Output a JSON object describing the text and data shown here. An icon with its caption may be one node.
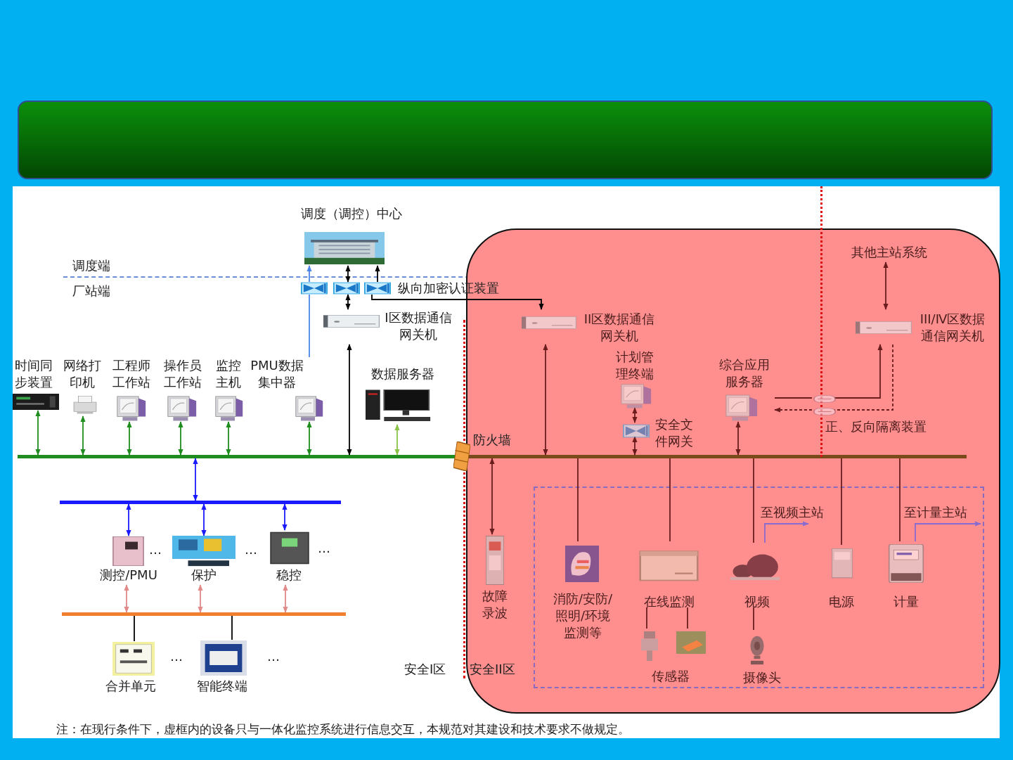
{
  "diagram": {
    "nodes": [
      {
        "text": [],
        "shape": "box"
      },
      {
        "text": [
          "调度（调控）中心"
        ]
      },
      {
        "text": [],
        "shape": "picture"
      },
      {
        "text": [],
        "shape": "picture"
      },
      {
        "text": [],
        "shape": "picture",
        "beside": [
          "纵向加密认证装置"
        ]
      },
      {
        "text": [
          "I区数据通信网关机"
        ]
      },
      {
        "text": [
          "时间同步装置"
        ]
      },
      {
        "text": [
          "网络打印机"
        ]
      },
      {
        "text": [
          "工程师工作站"
        ]
      },
      {
        "text": [
          "操作员工作站"
        ]
      },
      {
        "text": [
          "监控主机"
        ]
      },
      {
        "text": [
          "PMU数据集中器"
        ]
      },
      {
        "text": [
          "数据服务器"
        ]
      },
      {
        "text": [],
        "shape": "bar"
      },
      {
        "text": [],
        "shape": "picture",
        "beside": [
          "防火墙"
        ]
      },
      {
        "text": [],
        "shape": "bar"
      },
      {
        "text": [
          "测控/PMU"
        ],
        "beside": [
          "…"
        ]
      },
      {
        "text": [
          "保护"
        ],
        "beside": [
          "…"
        ]
      },
      {
        "text": [
          "稳控"
        ],
        "beside": [
          "…"
        ]
      },
      {
        "text": [],
        "shape": "bar"
      },
      {
        "text": [
          "合并单元"
        ],
        "beside": [
          "…"
        ]
      },
      {
        "text": [
          "智能终端"
        ],
        "beside": [
          "…"
        ]
      },
      {
        "text": [
          "II区数据通信网关机"
        ],
        "in": 0
      },
      {
        "text": [
          "计划管理终端"
        ],
        "in": 0
      },
      {
        "text": [],
        "shape": "picture",
        "in": 0,
        "beside": [
          "安全文件网关"
        ]
      },
      {
        "text": [
          "综合应用服务器"
        ],
        "in": 0
      },
      {
        "text": [
          "其他主站系统"
        ],
        "in": 0
      },
      {
        "text": [
          "III/Ⅳ区数据通信网关机"
        ],
        "in": 0
      },
      {
        "text": [],
        "shape": "picture",
        "in": 0
      },
      {
        "text": [],
        "shape": "picture",
        "in": 0,
        "beside": [
          "正、反向隔离装置"
        ]
      },
      {
        "text": [],
        "shape": "box",
        "in": 0
      },
      {
        "text": [
          "故障录波"
        ],
        "in": 0
      },
      {
        "text": [
          "消防/安防/照明/环境监测等"
        ],
        "in": 30
      },
      {
        "text": [
          "在线监测"
        ],
        "in": 30
      },
      {
        "text": [
          "视频"
        ],
        "in": 30
      },
      {
        "text": [
          "电源"
        ],
        "in": 30
      },
      {
        "text": [
          "计量"
        ],
        "in": 30
      },
      {
        "text": [
          "传感器"
        ],
        "in": 30
      },
      {
        "text": [],
        "shape": "picture",
        "in": 37
      },
      {
        "text": [],
        "shape": "picture",
        "in": 37
      },
      {
        "text": [
          "摄像头"
        ],
        "in": 30
      },
      {
        "text": [],
        "shape": "box"
      }
    ],
    "edges": [
      {
        "from": 11,
        "to": 2,
        "arrow": "none",
        "color": "#4a86e8"
      },
      {
        "from": 2,
        "to": 1,
        "arrow": "to",
        "color": "#4a86e8"
      },
      {
        "from": 3,
        "to": 1,
        "arrow": "both",
        "color": "#000000"
      },
      {
        "from": 4,
        "to": 1,
        "arrow": "to",
        "color": "#000000"
      },
      {
        "from": 3,
        "to": 5,
        "arrow": "both",
        "color": "#000000"
      },
      {
        "from": 4,
        "to": 22,
        "arrow": "to",
        "color": "#000000"
      },
      {
        "from": 5,
        "to": 13,
        "arrow": "both",
        "color": "#000000"
      },
      {
        "from": 6,
        "to": 13,
        "arrow": "both",
        "color": "#1e8c1e"
      },
      {
        "from": 7,
        "to": 13,
        "arrow": "both",
        "color": "#1e8c1e"
      },
      {
        "from": 8,
        "to": 13,
        "arrow": "both",
        "color": "#1e8c1e"
      },
      {
        "from": 9,
        "to": 13,
        "arrow": "both",
        "color": "#1e8c1e"
      },
      {
        "from": 10,
        "to": 13,
        "arrow": "both",
        "color": "#1e8c1e"
      },
      {
        "from": 11,
        "to": 13,
        "arrow": "both",
        "color": "#1e8c1e"
      },
      {
        "from": 12,
        "to": 13,
        "arrow": "both",
        "color": "#8bc34a"
      },
      {
        "from": 13,
        "to": 15,
        "arrow": "both",
        "color": "#1a1aff"
      },
      {
        "from": 15,
        "to": 16,
        "arrow": "both",
        "color": "#1a1aff"
      },
      {
        "from": 15,
        "to": 17,
        "arrow": "both",
        "color": "#1a1aff"
      },
      {
        "from": 15,
        "to": 18,
        "arrow": "both",
        "color": "#1a1aff"
      },
      {
        "from": 16,
        "to": 19,
        "arrow": "both",
        "color": "#e08a8a"
      },
      {
        "from": 17,
        "to": 19,
        "arrow": "both",
        "color": "#e08a8a"
      },
      {
        "from": 18,
        "to": 19,
        "arrow": "both",
        "color": "#e08a8a"
      },
      {
        "from": 19,
        "to": 20,
        "arrow": "none",
        "color": "#000000"
      },
      {
        "from": 19,
        "to": 21,
        "arrow": "none",
        "color": "#000000"
      },
      {
        "from": 22,
        "to": 13,
        "arrow": "both"
      },
      {
        "from": 23,
        "to": 24,
        "arrow": "both"
      },
      {
        "from": 24,
        "to": 13,
        "arrow": "both"
      },
      {
        "from": 25,
        "to": 13,
        "arrow": "both"
      },
      {
        "from": 26,
        "to": 27,
        "arrow": "both"
      },
      {
        "from": 25,
        "to": 28,
        "arrow": "none"
      },
      {
        "from": 28,
        "to": 27,
        "arrow": "to"
      },
      {
        "from": 27,
        "to": 29,
        "arrow": "none",
        "style": "dashed"
      },
      {
        "from": 29,
        "to": 25,
        "arrow": "to",
        "style": "dashed"
      },
      {
        "from": 31,
        "to": 13,
        "arrow": "both"
      },
      {
        "from": 13,
        "to": 32,
        "arrow": "none"
      },
      {
        "from": 13,
        "to": 33,
        "arrow": "none"
      },
      {
        "from": 13,
        "to": 34,
        "arrow": "none"
      },
      {
        "from": 13,
        "to": 35,
        "arrow": "none"
      },
      {
        "from": 13,
        "to": 36,
        "arrow": "none"
      },
      {
        "from": 33,
        "to": 38,
        "arrow": "none"
      },
      {
        "from": 33,
        "to": 39,
        "arrow": "none"
      },
      {
        "from": 34,
        "to": 40,
        "arrow": "none"
      },
      {
        "from": 34,
        "to": null,
        "arrow": "to",
        "label": "至视频主站",
        "color": "#8a6bd0"
      },
      {
        "from": 36,
        "to": null,
        "arrow": "to",
        "label": "至计量主站",
        "color": "#8a6bd0"
      }
    ],
    "labels": [
      "调度端",
      "厂站端",
      "安全I区",
      "安全II区",
      "注：在现行条件下，虚框内的设备只与一体化监控系统进行信息交互，本规范对其建设和技术要求不做规定。"
    ]
  }
}
